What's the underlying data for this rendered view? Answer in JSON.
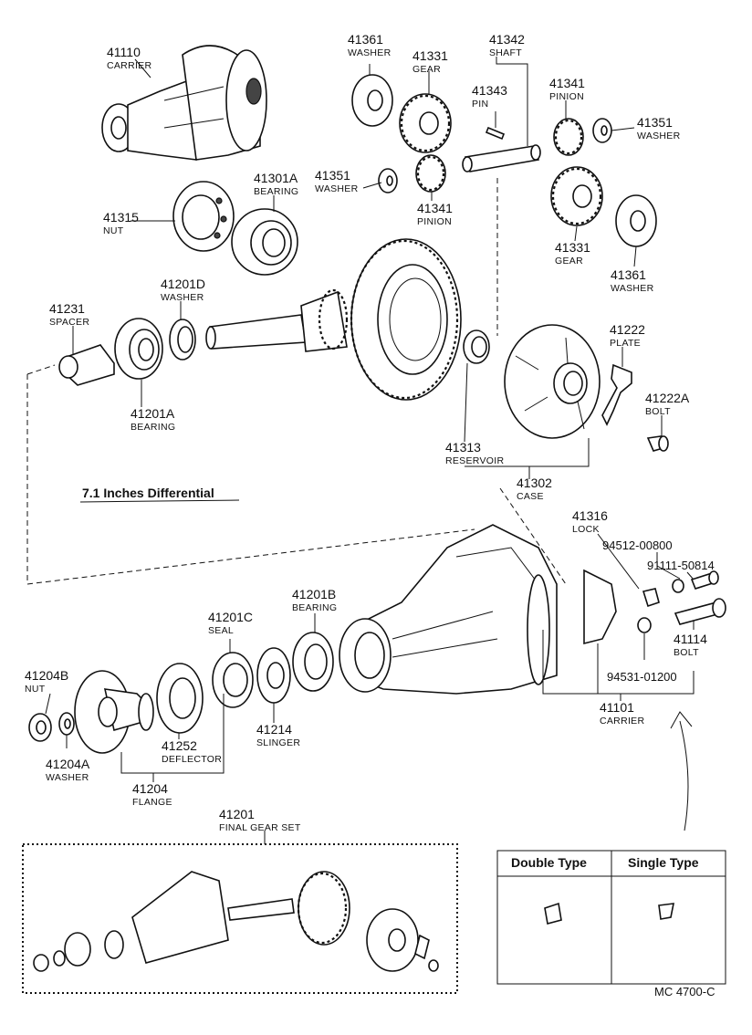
{
  "parts": {
    "p41110": {
      "num": "41110",
      "name": "CARRIER"
    },
    "p41361a": {
      "num": "41361",
      "name": "WASHER"
    },
    "p41331a": {
      "num": "41331",
      "name": "GEAR"
    },
    "p41342": {
      "num": "41342",
      "name": "SHAFT"
    },
    "p41343": {
      "num": "41343",
      "name": "PIN"
    },
    "p41341a": {
      "num": "41341",
      "name": "PINION"
    },
    "p41351a": {
      "num": "41351",
      "name": "WASHER"
    },
    "p41301a": {
      "num": "41301A",
      "name": "BEARING"
    },
    "p41315": {
      "num": "41315",
      "name": "NUT"
    },
    "p41351b": {
      "num": "41351",
      "name": "WASHER"
    },
    "p41341b": {
      "num": "41341",
      "name": "PINION"
    },
    "p41331b": {
      "num": "41331",
      "name": "GEAR"
    },
    "p41361b": {
      "num": "41361",
      "name": "WASHER"
    },
    "p41201d": {
      "num": "41201D",
      "name": "WASHER"
    },
    "p41231": {
      "num": "41231",
      "name": "SPACER"
    },
    "p41201a": {
      "num": "41201A",
      "name": "BEARING"
    },
    "p41222": {
      "num": "41222",
      "name": "PLATE"
    },
    "p41222a": {
      "num": "41222A",
      "name": "BOLT"
    },
    "p41313": {
      "num": "41313",
      "name": "RESERVOIR"
    },
    "p41302": {
      "num": "41302",
      "name": "CASE"
    },
    "p41316": {
      "num": "41316",
      "name": "LOCK"
    },
    "p94512": {
      "num": "94512-00800"
    },
    "p91111": {
      "num": "91111-50814"
    },
    "p41114": {
      "num": "41114",
      "name": "BOLT"
    },
    "p94531": {
      "num": "94531-01200"
    },
    "p41101": {
      "num": "41101",
      "name": "CARRIER"
    },
    "p41201c": {
      "num": "41201C",
      "name": "SEAL"
    },
    "p41201b": {
      "num": "41201B",
      "name": "BEARING"
    },
    "p41204b": {
      "num": "41204B",
      "name": "NUT"
    },
    "p41204a": {
      "num": "41204A",
      "name": "WASHER"
    },
    "p41252": {
      "num": "41252",
      "name": "DEFLECTOR"
    },
    "p41214": {
      "num": "41214",
      "name": "SLINGER"
    },
    "p41204": {
      "num": "41204",
      "name": "FLANGE"
    },
    "p41201": {
      "num": "41201",
      "name": "FINAL GEAR SET"
    }
  },
  "section_title": "7.1 Inches Differential",
  "lock_types": {
    "double": "Double Type",
    "single": "Single Type"
  },
  "diagram_code": "MC 4700-C"
}
